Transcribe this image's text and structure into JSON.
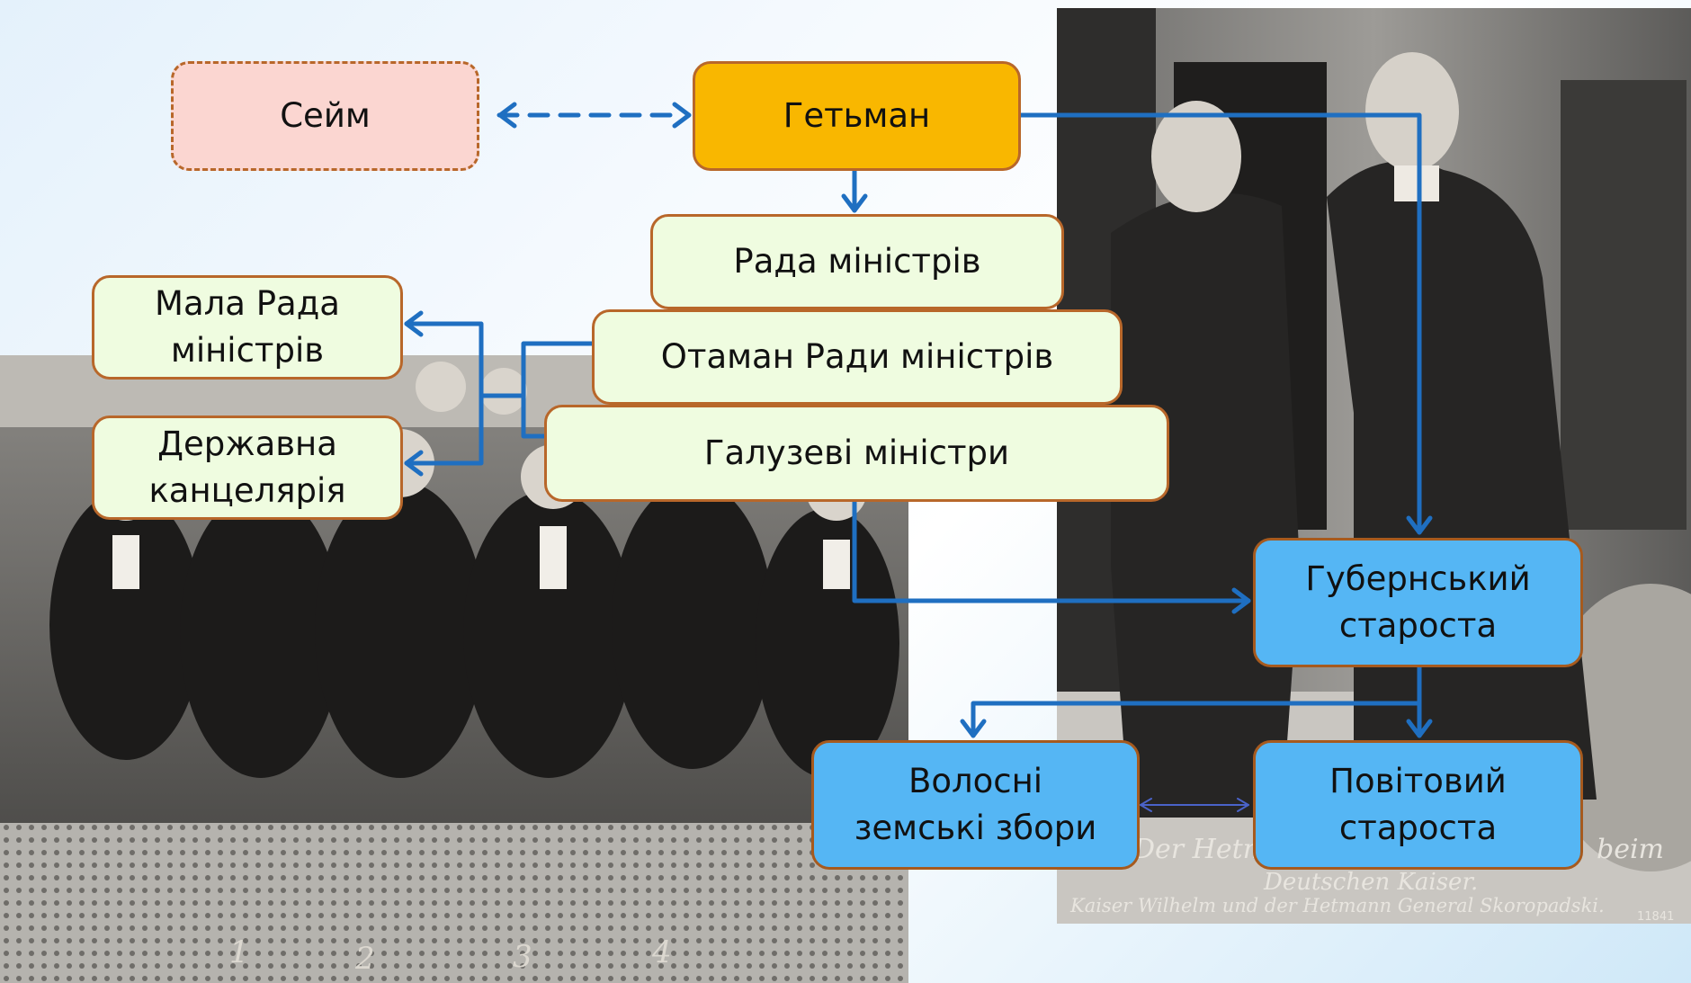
{
  "diagram": {
    "nodes": {
      "seim": "Сейм",
      "hetman": "Гетьман",
      "rada_ministriv": "Рада міністрів",
      "mala_rada": [
        "Мала Рада",
        "міністрів"
      ],
      "otaman": "Отаман Ради міністрів",
      "derzh_kants": [
        "Державна",
        "канцелярія"
      ],
      "haluzevi": "Галузеві міністри",
      "hubernskyi": [
        "Губернський",
        "староста"
      ],
      "volosni": [
        "Волосні",
        "земські збори"
      ],
      "povitovyi": [
        "Повітовий",
        "староста"
      ]
    },
    "edges": [
      {
        "from": "hetman",
        "to": "seim",
        "style": "dashed",
        "direction": "both"
      },
      {
        "from": "hetman",
        "to": "rada_ministriv",
        "style": "solid",
        "direction": "forward"
      },
      {
        "from": "hetman",
        "to": "hubernskyi",
        "style": "solid",
        "direction": "forward"
      },
      {
        "from": "otaman",
        "to": "mala_rada",
        "style": "solid",
        "direction": "forward"
      },
      {
        "from": "otaman",
        "to": "derzh_kants",
        "style": "solid",
        "direction": "forward"
      },
      {
        "from": "haluzevi",
        "to": "hubernskyi",
        "style": "solid",
        "direction": "forward"
      },
      {
        "from": "hubernskyi",
        "to": "povitovyi",
        "style": "solid",
        "direction": "forward"
      },
      {
        "from": "hubernskyi",
        "to": "volosni",
        "style": "solid",
        "direction": "forward"
      },
      {
        "from": "volosni",
        "to": "povitovyi",
        "style": "thin",
        "direction": "both"
      }
    ]
  },
  "colors": {
    "connector": "#1f6fc1",
    "node_border": "#b8672a",
    "hetman_fill": "#f9b700",
    "seim_fill": "#fbd6d1",
    "ministry_fill": "#effce0",
    "local_fill": "#55b6f4"
  },
  "photos": {
    "left": {
      "captions": [
        "1",
        "2",
        "3",
        "4"
      ]
    },
    "right": {
      "caption_lines": [
        "Der Hetman",
        "beim",
        "Deutschen Kaiser.",
        "Kaiser Wilhelm und der Hetmann General Skoropadski.",
        "11841"
      ]
    }
  }
}
